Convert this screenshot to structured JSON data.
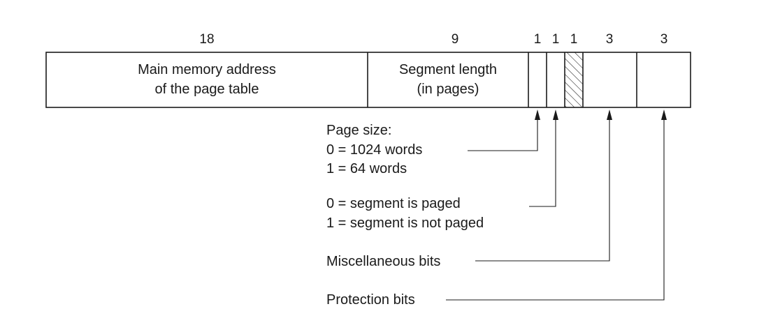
{
  "fields": [
    {
      "id": "page-table-address",
      "bits": "18",
      "label": [
        "Main memory address",
        "of the page table"
      ]
    },
    {
      "id": "segment-length",
      "bits": "9",
      "label": [
        "Segment length",
        "(in pages)"
      ]
    },
    {
      "id": "page-size-bit",
      "bits": "1",
      "label": []
    },
    {
      "id": "paged-bit",
      "bits": "1",
      "label": []
    },
    {
      "id": "unused-bit",
      "bits": "1",
      "label": [],
      "hatched": true
    },
    {
      "id": "misc-bits",
      "bits": "3",
      "label": []
    },
    {
      "id": "protection-bits",
      "bits": "3",
      "label": []
    }
  ],
  "annotations": {
    "page_size": {
      "title": "Page size:",
      "line1": "0 = 1024 words",
      "line2": "1 = 64 words"
    },
    "paged": {
      "line1": "0 = segment is paged",
      "line2": "1 = segment is not paged"
    },
    "misc": {
      "label": "Miscellaneous bits"
    },
    "protection": {
      "label": "Protection bits"
    }
  },
  "colors": {
    "ink": "#1a1a1a",
    "background": "#ffffff"
  }
}
